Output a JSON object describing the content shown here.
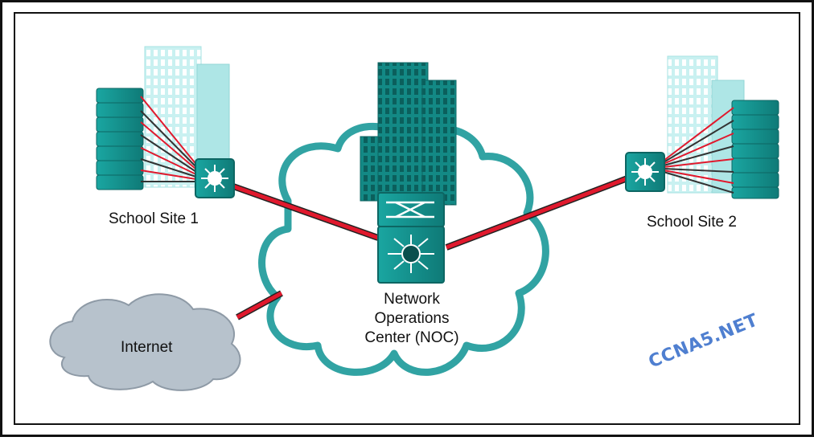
{
  "diagram": {
    "sites": {
      "site1": {
        "label": "School Site 1"
      },
      "site2": {
        "label": "School Site 2"
      }
    },
    "noc": {
      "label_lines": [
        "Network",
        "Operations",
        "Center (NOC)"
      ]
    },
    "internet": {
      "label": "Internet"
    },
    "watermark": "CCNA5.NET",
    "colors": {
      "link": "#e0192d",
      "device_teal": "#17908c",
      "cloud_outline": "#31a3a3",
      "internet_cloud": "#b7c2cc",
      "building_light": "#c8f0f0"
    }
  }
}
